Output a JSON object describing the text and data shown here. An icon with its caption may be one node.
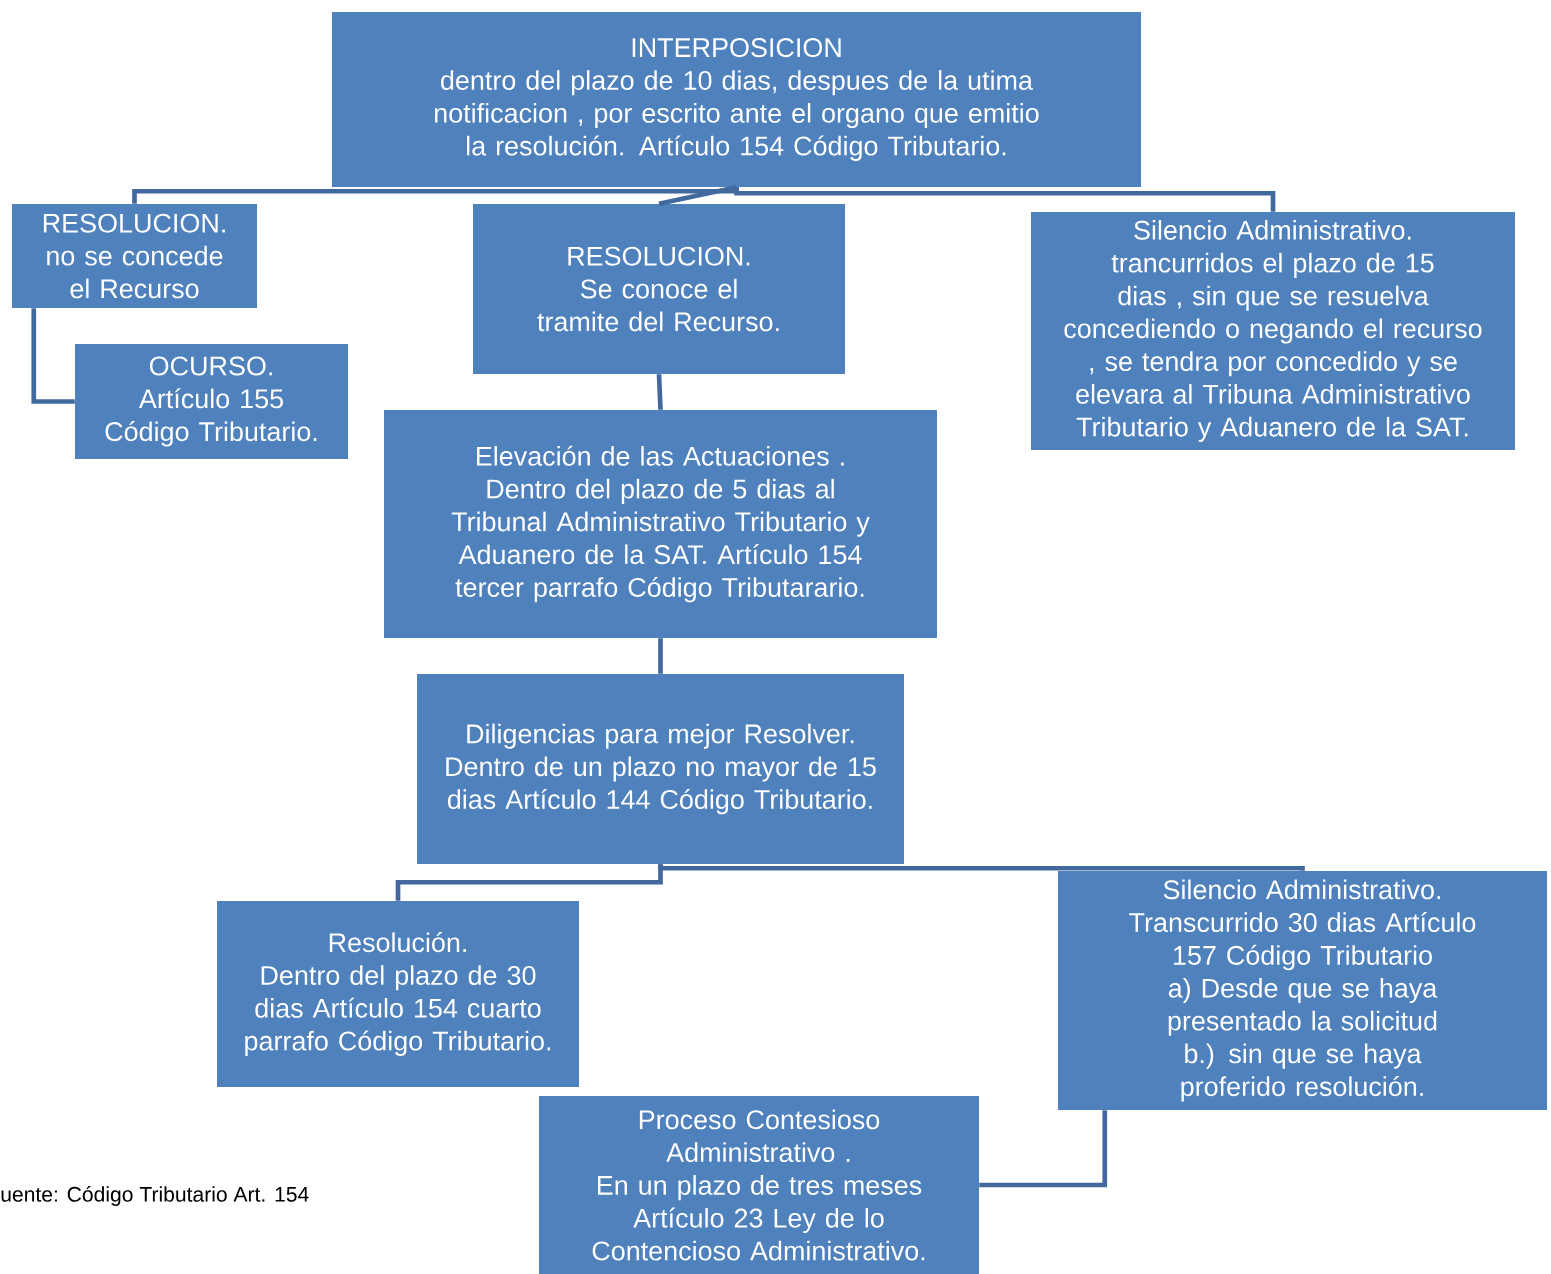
{
  "diagram": {
    "nodes": [
      {
        "text": [
          "INTERPOSICION",
          "dentro del plazo de 10 dias, despues de la utima notificacion , por escrito ante el organo que emitio la resolución. Artículo 154 Código Tributario."
        ]
      },
      {
        "text": [
          "RESOLUCION.",
          "no se concede el Recurso"
        ]
      },
      {
        "text": [
          "OCURSO.",
          "Artículo 155 Código Tributario."
        ]
      },
      {
        "text": [
          "RESOLUCION.",
          "Se conoce el tramite del Recurso."
        ]
      },
      {
        "text": [
          "Silencio Administrativo.",
          "trancurridos el plazo de 15 dias , sin que se resuelva concediendo o negando el recurso , se tendra por concedido y se elevara al Tribuna Administrativo Tributario y Aduanero de la SAT."
        ]
      },
      {
        "text": [
          "Elevación de las Actuaciones .",
          "Dentro del plazo de 5 dias al Tribunal Administrativo Tributario y Aduanero de la SAT. Artículo 154 tercer parrafo Código Tributarario."
        ]
      },
      {
        "text": [
          "Diligencias para mejor Resolver.",
          "Dentro de un plazo no mayor de 15 dias Artículo 144 Código Tributario."
        ]
      },
      {
        "text": [
          "Resolución.",
          "Dentro del plazo de 30 dias Artículo 154 cuarto parrafo Código Tributario."
        ]
      },
      {
        "text": [
          "Silencio Administrativo.",
          "Transcurrido 30 dias Artículo 157 Código Tributario",
          "a) Desde que se haya presentado la solicitud",
          "b.) sin que se haya proferido resolución."
        ]
      },
      {
        "text": [
          "Proceso Contesioso Administrativo .",
          "En un plazo de tres meses Artículo 23 Ley de lo Contencioso Administrativo."
        ]
      }
    ],
    "edges": [
      {
        "from": 0,
        "to": 1,
        "arrow": "none"
      },
      {
        "from": 0,
        "to": 3,
        "arrow": "none"
      },
      {
        "from": 0,
        "to": 4,
        "arrow": "none"
      },
      {
        "from": 1,
        "to": 2,
        "arrow": "none"
      },
      {
        "from": 3,
        "to": 5,
        "arrow": "none"
      },
      {
        "from": 5,
        "to": 6,
        "arrow": "none"
      },
      {
        "from": 6,
        "to": 7,
        "arrow": "none"
      },
      {
        "from": 6,
        "to": 8,
        "arrow": "none"
      },
      {
        "from": 8,
        "to": 9,
        "arrow": "none"
      }
    ],
    "labels": [
      "uente: Código Tributario Art. 154"
    ]
  }
}
